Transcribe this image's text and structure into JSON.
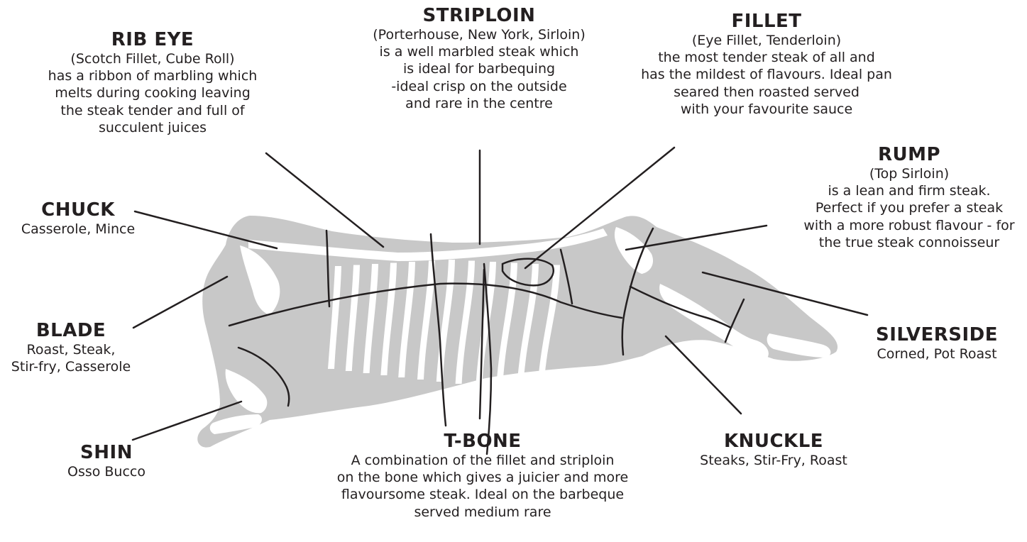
{
  "colors": {
    "carcass": "#c8c8c8",
    "line": "#231f20",
    "text": "#231f20",
    "background": "#ffffff"
  },
  "cuts": [
    {
      "key": "rib_eye",
      "title": "RIB EYE",
      "lines": [
        "(Scotch Fillet, Cube Roll)",
        "has a ribbon of marbling which",
        "melts during cooking leaving",
        "the steak tender and full of",
        "succulent juices"
      ]
    },
    {
      "key": "striploin",
      "title": "STRIPLOIN",
      "lines": [
        "(Porterhouse, New York, Sirloin)",
        "is a well marbled steak which",
        "is ideal for barbequing",
        "-ideal crisp on the outside",
        "and rare in the centre"
      ]
    },
    {
      "key": "fillet",
      "title": "FILLET",
      "lines": [
        "(Eye Fillet, Tenderloin)",
        "the most tender steak of all and",
        "has the mildest of flavours. Ideal pan",
        "seared then roasted served",
        "with your favourite sauce"
      ]
    },
    {
      "key": "rump",
      "title": "RUMP",
      "lines": [
        "(Top Sirloin)",
        "is a lean and firm steak.",
        "Perfect if you prefer a steak",
        "with a more robust flavour - for",
        "the true steak connoisseur"
      ]
    },
    {
      "key": "chuck",
      "title": "CHUCK",
      "lines": [
        "Casserole, Mince"
      ]
    },
    {
      "key": "blade",
      "title": "BLADE",
      "lines": [
        "Roast, Steak,",
        "Stir-fry, Casserole"
      ]
    },
    {
      "key": "shin",
      "title": "SHIN",
      "lines": [
        "Osso Bucco"
      ]
    },
    {
      "key": "t_bone",
      "title": "T-BONE",
      "lines": [
        "A combination of the fillet and striploin",
        "on the bone which gives a juicier and more",
        "flavoursome steak. Ideal on the barbeque",
        "served medium rare"
      ]
    },
    {
      "key": "knuckle",
      "title": "KNUCKLE",
      "lines": [
        "Steaks, Stir-Fry, Roast"
      ]
    },
    {
      "key": "silverside",
      "title": "SILVERSIDE",
      "lines": [
        "Corned, Pot Roast"
      ]
    }
  ]
}
